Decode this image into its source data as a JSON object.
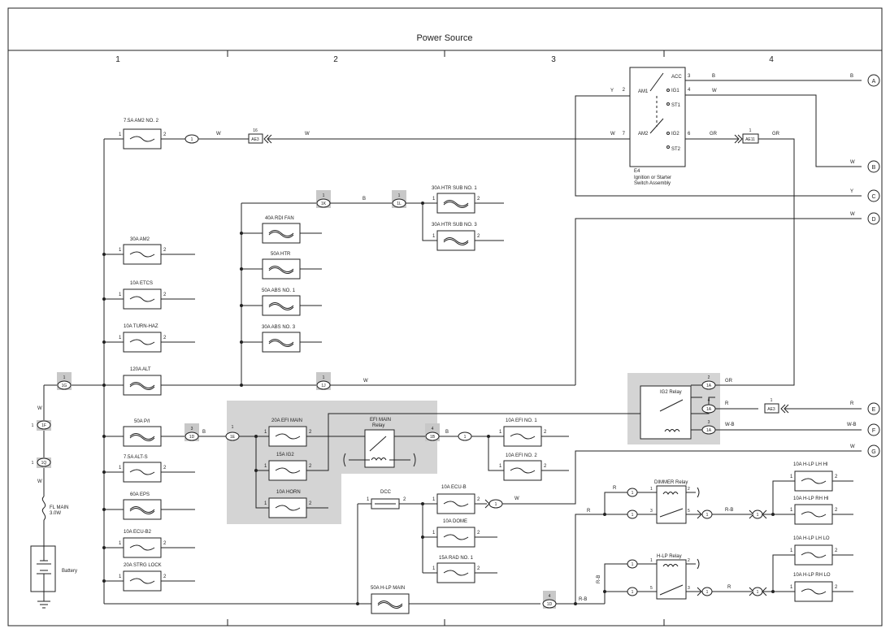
{
  "title": "Power Source",
  "columns": [
    "1",
    "2",
    "3",
    "4"
  ],
  "outputs": [
    "A",
    "B",
    "C",
    "D",
    "E",
    "F",
    "G"
  ],
  "switch": {
    "name": "E4",
    "desc1": "Ignition or Starter",
    "desc2": "Switch Assembly",
    "am1": "AM1",
    "am2": "AM2",
    "acc": "ACC",
    "ig1": "IG1",
    "st1": "ST1",
    "ig2": "IG2",
    "st2": "ST2",
    "pin2": "2",
    "pin7": "7",
    "pin3": "3",
    "pin4": "4",
    "pin6": "6"
  },
  "fuses": {
    "am2no2": "7.5A AM2 NO. 2",
    "am2": "30A AM2",
    "etcs": "10A ETCS",
    "turnhaz": "10A TURN-HAZ",
    "alt": "120A ALT",
    "pi": "50A P/I",
    "alts": "7.5A ALT-S",
    "eps": "60A EPS",
    "ecub2": "10A ECU-B2",
    "strg": "20A STRG LOCK",
    "rdifan": "40A RDI FAN",
    "htr": "50A HTR",
    "abs1": "50A ABS NO. 1",
    "abs3": "30A ABS NO. 3",
    "htrsub1": "30A HTR SUB NO. 1",
    "htrsub3": "30A HTR SUB NO. 3",
    "efimain": "20A EFI MAIN",
    "ig2": "15A IG2",
    "horn": "10A HORN",
    "efi1": "10A EFI NO. 1",
    "efi2": "10A EFI NO. 2",
    "dcc": "DCC",
    "ecub": "10A ECU-B",
    "dome": "10A DOME",
    "rad1": "15A RAD NO. 1",
    "hlpmain": "50A H-LP MAIN",
    "hlhi": "10A H-LP LH HI",
    "rhhi": "10A H-LP RH HI",
    "lhlo": "10A H-LP LH LO",
    "rhlo": "10A H-LP RH LO"
  },
  "relays": {
    "efimain": "EFI MAIN",
    "efimain2": "Relay",
    "ig2": "IG2 Relay",
    "dimmer": "DIMMER Relay",
    "hlp": "H-LP Relay"
  },
  "fusible": {
    "name": "FL MAIN",
    "rating": "3.0W"
  },
  "battery": "Battery",
  "connectors": {
    "c1": "1",
    "c1g": "1G",
    "c1k": "1K",
    "c1l": "1L",
    "c1j": "1J",
    "c1f": "1F",
    "c1q": "1Q",
    "c1d": "1D",
    "c1e": "1E",
    "c1b": "1B",
    "c1a": "1A",
    "ae3": "AE3",
    "ae11": "AE11",
    "n16": "16",
    "n3": "3",
    "n4": "4",
    "n2": "2"
  },
  "wires": {
    "W": "W",
    "B": "B",
    "Y": "Y",
    "GR": "GR",
    "R": "R",
    "WB": "W-B",
    "RB": "R-B"
  },
  "pins": {
    "p1": "1",
    "p2": "2",
    "p3": "3",
    "p5": "5"
  }
}
